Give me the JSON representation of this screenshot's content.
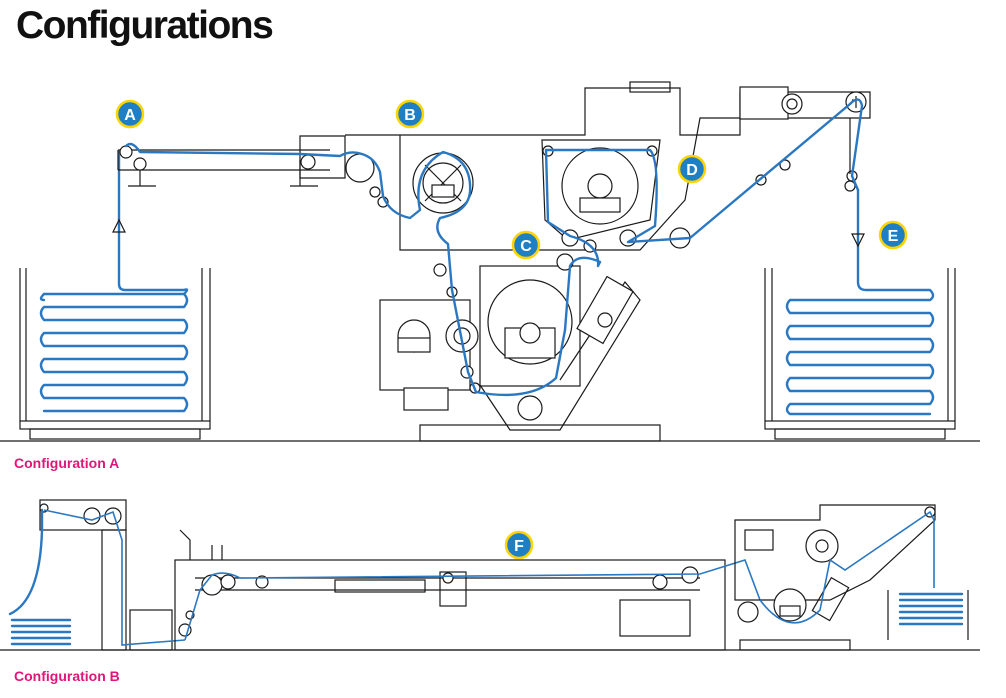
{
  "title": "Configurations",
  "configurations": [
    {
      "label": "Configuration A"
    },
    {
      "label": "Configuration B"
    }
  ],
  "markers": [
    "A",
    "B",
    "C",
    "D",
    "E",
    "F"
  ],
  "colors": {
    "title": "#111111",
    "config_label": "#e0157a",
    "fabric_path": "#2b78c2",
    "marker_fill": "#1f7fc4",
    "marker_outline": "#ffd400",
    "machine_line": "#1a1a1a"
  }
}
